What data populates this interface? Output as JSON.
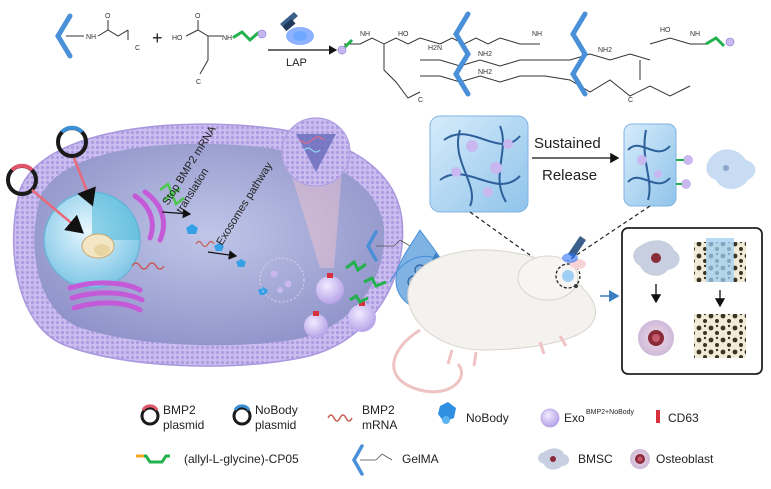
{
  "reaction": {
    "plus": "+",
    "catalyst": "LAP",
    "atoms": {
      "nh": "NH",
      "ho": "HO",
      "o": "O",
      "c": "C",
      "h2n": "H2N",
      "nh2": "NH2"
    }
  },
  "cell_labels": {
    "stop_line1": "Stop BMP2 mRNA",
    "stop_line2": "translation",
    "exosomes": "Exosomes pathway"
  },
  "release": {
    "line1": "Sustained",
    "line2": "Release"
  },
  "legend": {
    "bmp2_plasmid_1": "BMP2",
    "bmp2_plasmid_2": "plasmid",
    "nobody_plasmid_1": "NoBody",
    "nobody_plasmid_2": "plasmid",
    "bmp2_mrna_1": "BMP2",
    "bmp2_mrna_2": "mRNA",
    "nobody": "NoBody",
    "exo": "Exo",
    "exo_sup": "BMP2+NoBody",
    "cd63": "CD63",
    "peptide": "(allyl-L-glycine)-CP05",
    "gelma": "GelMA",
    "bmsc": "BMSC",
    "osteoblast": "Osteoblast"
  },
  "colors": {
    "bmp2_plasmid": "#e0556a",
    "nobody_plasmid": "#3a8fd6",
    "gelma": "#4a90d9",
    "peptide_green": "#22b14c",
    "peptide_orange": "#f5a623",
    "exosome": "#c9b8f0",
    "cd63": "#d93040",
    "cell_membrane": "#c4b4ee",
    "hydrogel": "#a9d4f2"
  }
}
